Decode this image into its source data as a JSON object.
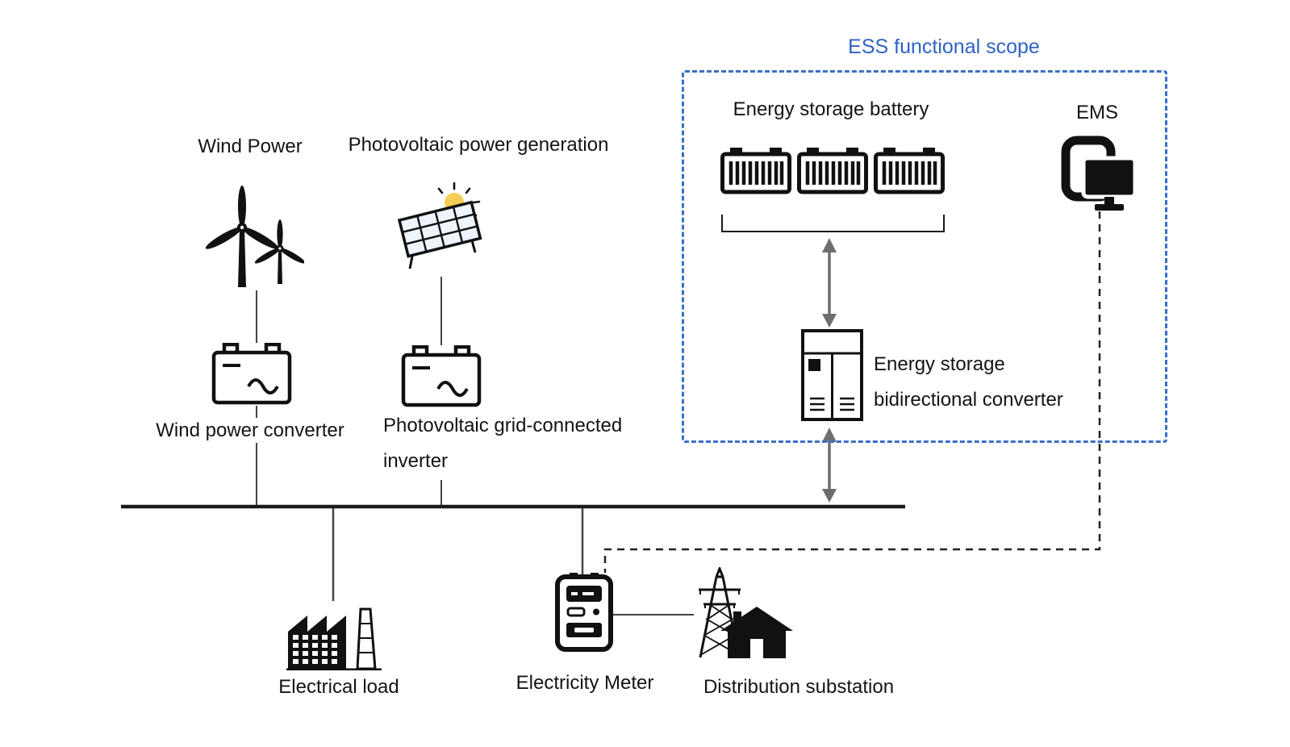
{
  "title": "ESS system single-line diagram",
  "colors": {
    "accent_blue": "#2f63c4",
    "dashed_box_blue": "#3b6ec9",
    "line_black": "#1a1a1a",
    "arrow_gray": "#6e6e6e",
    "sun_yellow": "#f6cd55"
  },
  "labels": {
    "ess_scope": "ESS functional scope",
    "wind_power": "Wind Power",
    "pv_generation": "Photovoltaic power generation",
    "wind_converter": "Wind power converter",
    "pv_inverter": "Photovoltaic grid-connected inverter",
    "energy_storage_battery": "Energy storage battery",
    "ems": "EMS",
    "es_bidirectional_converter": "Energy storage bidirectional converter",
    "electrical_load": "Electrical load",
    "electricity_meter": "Electricity Meter",
    "distribution_substation": "Distribution substation"
  },
  "icons": {
    "wind-turbine-icon": "two wind turbines",
    "solar-panel-icon": "tilted solar panel with sun",
    "wind-converter-icon": "converter box with sine wave",
    "pv-inverter-icon": "converter box with sine wave",
    "battery-module-icon": "ribbed energy storage battery module (x3)",
    "ems-icon": "computer monitor with board",
    "es-converter-cabinet-icon": "converter cabinet with vents",
    "factory-icon": "factory with sawtooth roof and chimney",
    "electricity-meter-icon": "electricity meter",
    "transmission-tower-icon": "lattice transmission tower",
    "substation-house-icon": "house silhouette"
  },
  "connections": {
    "bus": "AC bus",
    "battery_converter_arrow": "bidirectional",
    "converter_bus_arrow": "bidirectional",
    "ems_link": "dashed communication line EMS to meter"
  }
}
